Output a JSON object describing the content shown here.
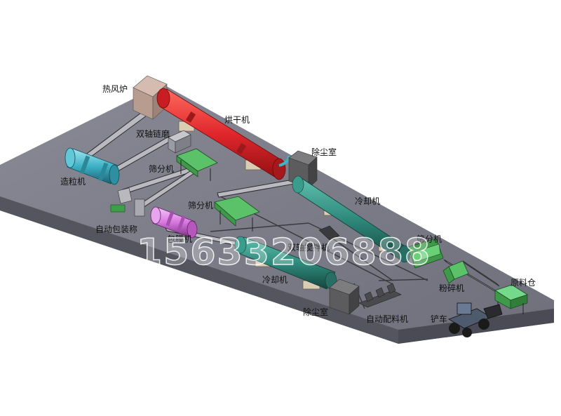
{
  "labels": {
    "hot_air_furnace": "热风炉",
    "dryer": "烘干机",
    "double_shaft_chain_mill": "双轴链磨",
    "granulator": "造粒机",
    "screener_1": "筛分机",
    "screener_2": "筛分机",
    "screener_3": "筛分机",
    "dust_room_1": "除尘室",
    "dust_room_2": "除尘室",
    "cooler_1": "冷却机",
    "cooler_2": "冷却机",
    "auto_packing_scale": "自动包装称",
    "coating_machine": "包膜机",
    "double_shaft_mixer": "双轴搅拌机",
    "auto_batching_machine": "自动配料机",
    "crusher": "粉碎机",
    "raw_material_bin": "原料仓",
    "forklift": "铲车"
  },
  "watermark": "15633206888",
  "colors": {
    "floor": "#7d7d8a",
    "dryer": "#e0262b",
    "cooler": "#2f8a7c",
    "granulator": "#3eb1c5",
    "coater": "#d877e0",
    "screener": "#3e9a49",
    "dust_room": "#5c5c5e",
    "furnace": "#b89c90"
  }
}
